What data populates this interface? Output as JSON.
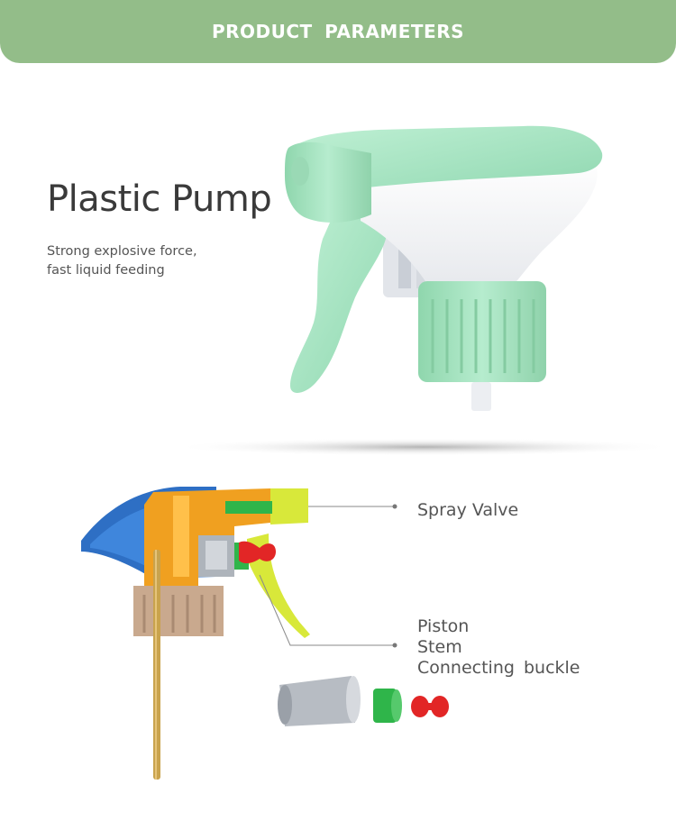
{
  "header": {
    "title": "PRODUCT  PARAMETERS"
  },
  "product": {
    "title": "Plastic Pump",
    "description_line1": "Strong explosive force,",
    "description_line2": "fast liquid feeding"
  },
  "callouts": {
    "spray_valve": "Spray Valve",
    "piston": "Piston",
    "stem": "Stem",
    "connecting_buckle": "Connecting  buckle"
  },
  "colors": {
    "banner": "#93bd89",
    "pump_green": "#a8e2c2",
    "pump_white": "#f2f3f5",
    "section_blue": "#2e6fc4",
    "section_orange": "#f0a020",
    "section_yellow": "#d8e83a",
    "piston_green": "#2fb54a",
    "seal_red": "#e22626"
  }
}
